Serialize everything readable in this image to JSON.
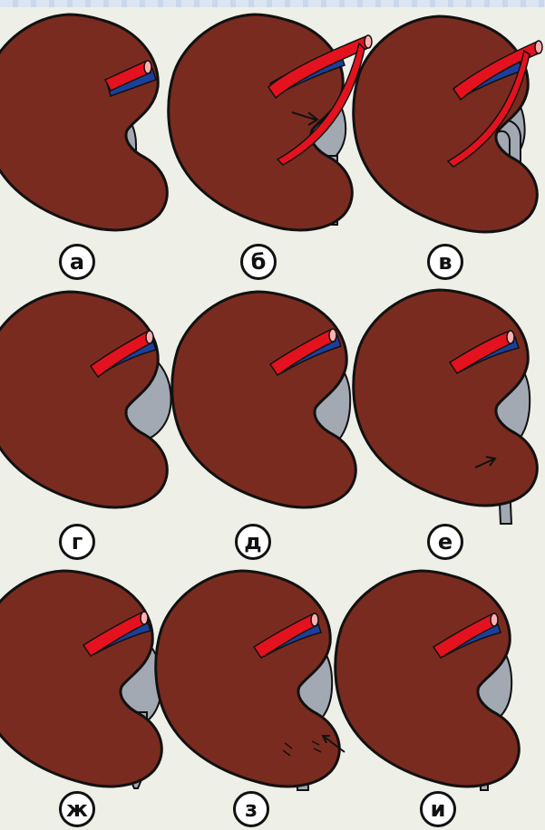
{
  "panels": [
    {
      "id": "a",
      "label": "а"
    },
    {
      "id": "b",
      "label": "б"
    },
    {
      "id": "v",
      "label": "в"
    },
    {
      "id": "g",
      "label": "г"
    },
    {
      "id": "d",
      "label": "д"
    },
    {
      "id": "e",
      "label": "е"
    },
    {
      "id": "zh",
      "label": "ж"
    },
    {
      "id": "z",
      "label": "з"
    },
    {
      "id": "i",
      "label": "и"
    }
  ],
  "colors": {
    "background": "#eeefe6",
    "kidney": "#7a2b1f",
    "pelvis_ureter": "#a2a9b3",
    "artery": "#e4121e",
    "vein": "#1d3f9c",
    "outline": "#111111",
    "stone": "#6a2c1c"
  }
}
